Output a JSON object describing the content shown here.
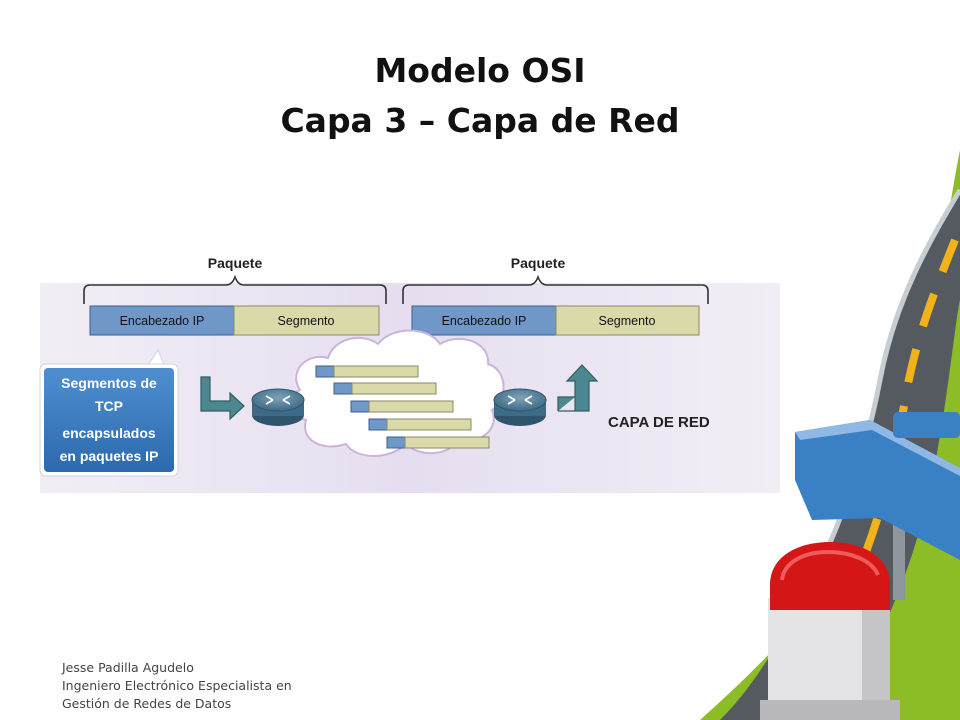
{
  "slide": {
    "title_line1": "Modelo OSI",
    "title_line2": "Capa 3 – Capa de Red"
  },
  "diagram": {
    "packets": [
      {
        "label": "Paquete",
        "header": "Encabezado IP",
        "segment": "Segmento"
      },
      {
        "label": "Paquete",
        "header": "Encabezado IP",
        "segment": "Segmento"
      }
    ],
    "callout_lines": [
      "Segmentos de",
      "TCP",
      "encapsulados",
      "en paquetes IP"
    ],
    "layer_label": "CAPA DE RED"
  },
  "footer": {
    "lines": [
      "Jesse Padilla Agudelo",
      "Ingeniero Electrónico  Especialista en",
      "Gestión de Redes  de Datos"
    ]
  },
  "colors": {
    "ip_header": "#6f98c9",
    "segment": "#d9d9a9",
    "band": "#e9e3ef",
    "callout": "#3d7cc0",
    "road": "#555a61",
    "grass": "#8cbc26",
    "sign": "#3a80c4",
    "milestone_red": "#d51616"
  }
}
